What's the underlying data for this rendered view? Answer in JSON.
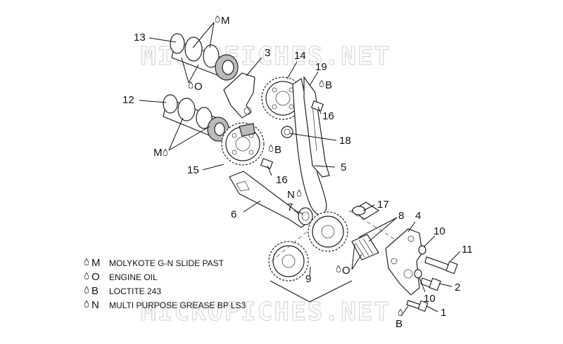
{
  "watermark": "MICROFICHES.NET",
  "callouts": {
    "p1": "1",
    "p2": "2",
    "p3": "3",
    "p4": "4",
    "p5": "5",
    "p6": "6",
    "p7": "7",
    "p8": "8",
    "p9": "9",
    "p10a": "10",
    "p10b": "10",
    "p11": "11",
    "p12": "12",
    "p13": "13",
    "p14": "14",
    "p15": "15",
    "p16a": "16",
    "p16b": "16",
    "p17": "17",
    "p18": "18",
    "p19": "19"
  },
  "codes": {
    "m_top": "M",
    "o_top": "O",
    "m_mid": "M",
    "b_top": "B",
    "b_mid": "B",
    "n_mid": "N",
    "o_low": "O",
    "b_low": "B"
  },
  "legend": [
    {
      "code": "M",
      "text": "MOLYKOTE G-N SLIDE PAST"
    },
    {
      "code": "O",
      "text": "ENGINE OIL"
    },
    {
      "code": "B",
      "text": "LOCTITE 243"
    },
    {
      "code": "N",
      "text": "MULTI PURPOSE GREASE BP LS3"
    }
  ],
  "colors": {
    "line": "#111111",
    "watermark": "#cfcfcf",
    "background": "#ffffff"
  }
}
